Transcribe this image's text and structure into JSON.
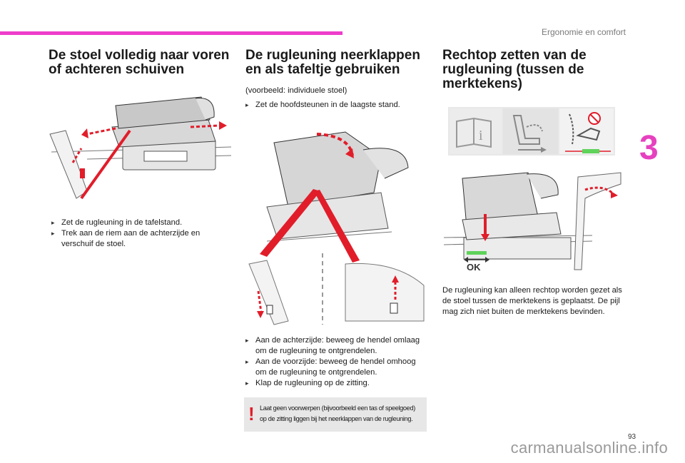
{
  "header": {
    "section_title": "Ergonomie en comfort",
    "chapter_number": "3"
  },
  "col1": {
    "heading": "De stoel volledig naar voren of achteren schuiven",
    "bullets": [
      "Zet de rugleuning in de tafelstand.",
      "Trek aan de riem aan de achterzijde en verschuif de stoel."
    ]
  },
  "col2": {
    "heading": "De rugleuning neerklappen en als tafeltje gebruiken",
    "example": "(voorbeeld: individuele stoel)",
    "bullet_top": "Zet de hoofdsteunen in de laagste stand.",
    "bullets": [
      "Aan de achterzijde: beweeg de hendel omlaag om de rugleuning te ontgrendelen.",
      "Aan de voorzijde: beweeg de hendel omhoog om de rugleuning te ontgrendelen.",
      "Klap de rugleuning op de zitting."
    ],
    "warning_mark": "!",
    "warning": "Laat geen voorwerpen (bijvoorbeeld een tas of speelgoed) op de zitting liggen bij het neerklappen van de rugleuning."
  },
  "col3": {
    "heading": "Rechtop zetten van de rugleuning (tussen de merktekens)",
    "ok_label": "OK",
    "body": "De rugleuning kan alleen rechtop worden gezet als de stoel tussen de merktekens is geplaatst. De pijl mag zich niet buiten de merktekens bevinden."
  },
  "footer": {
    "page_number": "93",
    "watermark": "carmanualsonline.info"
  },
  "colors": {
    "accent_pink": "#ee3dcb",
    "arrow_red": "#e11d2a",
    "mark_green": "#5fd35a"
  }
}
